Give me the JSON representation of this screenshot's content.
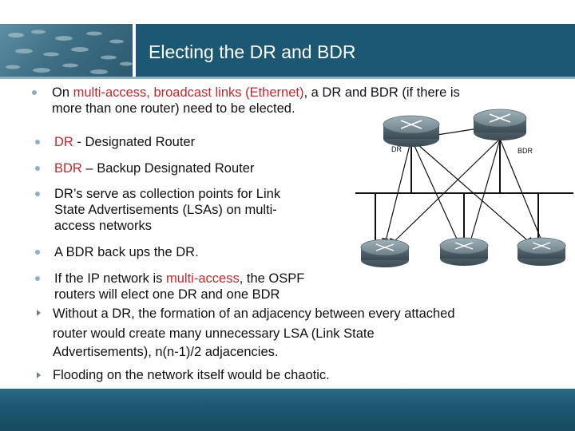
{
  "title": "Electing the DR and BDR",
  "colors": {
    "header_bar": "#1c5873",
    "accent_red": "#c0282d",
    "bullet": "#8fb0bf"
  },
  "bullets": {
    "b1": {
      "pre": "On ",
      "red": "multi-access, broadcast links (Ethernet)",
      "post": ", a DR and BDR (if there is",
      "line2": "more than one router) need to be elected."
    },
    "b2": {
      "red": "DR",
      "post": " - Designated Router"
    },
    "b3": {
      "red": "BDR",
      "post": " – Backup Designated Router"
    },
    "b4": {
      "line1": "DR’s serve as collection points for Link",
      "line2": "State Advertisements (LSAs) on multi-",
      "line3": "access networks"
    },
    "b5": {
      "text": "A BDR back ups the DR."
    },
    "b6": {
      "pre": "If the IP network is ",
      "red": "multi-access",
      "post": ", the OSPF",
      "line2": "routers will elect one DR and one BDR"
    },
    "s1": {
      "line1": "Without a DR, the formation of an adjacency between every attached",
      "line2": "router would create many unnecessary LSA (Link State",
      "line3": "Advertisements), n(n-1)/2 adjacencies."
    },
    "s2": {
      "text": "Flooding on the network itself would be chaotic."
    }
  },
  "diagram": {
    "dr_label": "DR",
    "bdr_label": "BDR"
  }
}
